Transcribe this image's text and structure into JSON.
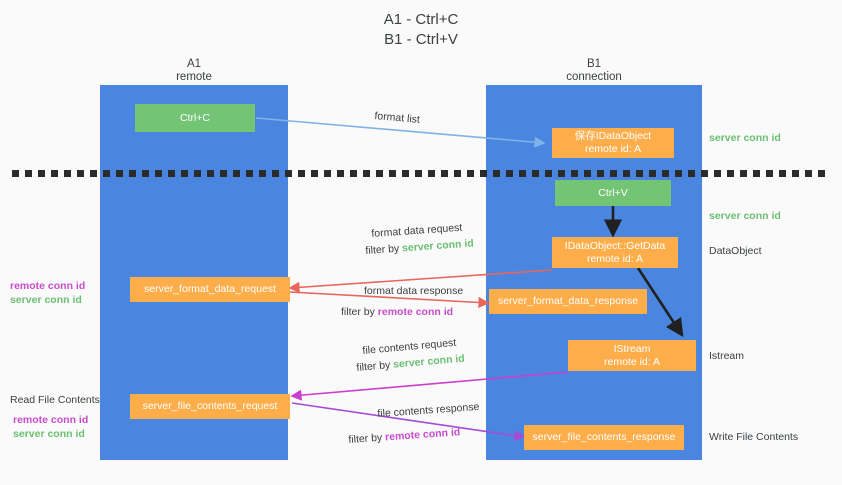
{
  "title": "A1 - Ctrl+C\nB1 - Ctrl+V",
  "lanes": {
    "a1": {
      "name": "A1",
      "sub": "remote",
      "header": "A1\nremote"
    },
    "b1": {
      "name": "B1",
      "sub": "connection",
      "header": "B1\nconnection"
    }
  },
  "boxes": {
    "ctrl_c": "Ctrl+C",
    "ctrl_v": "Ctrl+V",
    "store_idataobject": "保存IDataObject\nremote id: A",
    "idataobject_getdata": "IDataObject::GetData\nremote id: A",
    "istream": "IStream\nremote id: A",
    "server_format_data_request": "server_format_data_request",
    "server_format_data_response": "server_format_data_response",
    "server_file_contents_request": "server_file_contents_request",
    "server_file_contents_response": "server_file_contents_response"
  },
  "arrow_labels": {
    "format_list": "format list",
    "format_data_request": "format data request",
    "format_data_request_filter_prefix": "filter by ",
    "format_data_request_filter_value": "server conn id",
    "format_data_response": "format data response",
    "format_data_response_filter_prefix": "filter by ",
    "format_data_response_filter_value": "remote conn id",
    "file_contents_request": "file contents request",
    "file_contents_request_filter_prefix": "filter by ",
    "file_contents_request_filter_value": "server conn id",
    "file_contents_response": "file contents response",
    "file_contents_response_filter_prefix": "filter by ",
    "file_contents_response_filter_value": "remote conn id"
  },
  "side_labels": {
    "right_server_conn_id_top": "server conn id",
    "right_server_conn_id_mid": "server conn id",
    "right_dataobject": "DataObject",
    "right_istream": "Istream",
    "right_write_file_contents": "Write File Contents",
    "left_remote_conn_id_1": "remote conn id",
    "left_server_conn_id_1": "server conn id",
    "left_read_file_contents": "Read File Contents",
    "left_remote_conn_id_2": "remote conn id",
    "left_server_conn_id_2": "server conn id"
  },
  "colors": {
    "lane": "#4a86e0",
    "green_box": "#74c476",
    "orange_box": "#fdae4b",
    "green_text": "#6cbf72",
    "purple_text": "#c94ccc",
    "arrow_blue": "#7fb3e8",
    "arrow_red": "#e8665a",
    "arrow_magenta": "#cc3ecc",
    "arrow_purple": "#a64bd4",
    "arrow_black": "#202020",
    "background": "#fafafa"
  }
}
